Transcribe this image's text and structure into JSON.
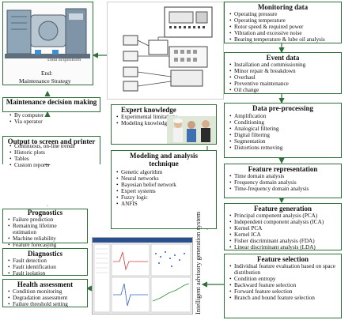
{
  "photo_captions": {
    "left_partial": "Data acquisition",
    "end": "End:",
    "strategy": "Maintenance Strategy"
  },
  "monitoring": {
    "title": "Monitoring data",
    "items": [
      "Operating  pressure",
      "Operating temperature",
      "Rotor speed & required power",
      "Vibration and excessive noise",
      "Bearing temperature & lube oil analysis"
    ]
  },
  "event": {
    "title": "Event data",
    "items": [
      "Installation and commissioning",
      "Minor repair & breakdown",
      "Overhaul",
      "Preventive maintenance",
      "Oil change"
    ]
  },
  "preprocessing": {
    "title": "Data pre-processing",
    "items": [
      "Amplification",
      "Conditioning",
      "Analogical filtering",
      "Digital filtering",
      "Segmentation",
      "Distortions removing"
    ]
  },
  "representation": {
    "title": "Feature representation",
    "items": [
      "Time domain analysis",
      "Frequency domain analysis",
      "Time-frequency domain analysis"
    ]
  },
  "generation": {
    "title": "Feature generation",
    "items": [
      "Principal component analysis (PCA)",
      "Independent component analysis (ICA)",
      "Kernel PCA",
      "Kernel ICA",
      "Fisher discriminant analysis (FDA)",
      "Linear discriminant analysis (LDA)"
    ]
  },
  "selection": {
    "title": "Feature selection",
    "items": [
      "Individual feature evaluation based on space distribution",
      "Condition entropy",
      "Backward feature selection",
      "Forward feature selection",
      "Branch and bound feature selection"
    ]
  },
  "expert": {
    "title": "Expert knowledge",
    "items": [
      "Experimental limitations",
      "Modeling knowledge"
    ]
  },
  "modeling": {
    "title": "Modeling and analysis technique",
    "items": [
      "Genetic algorithm",
      "Neural networks",
      "Bayesian belief network",
      "Expert systems",
      "Fuzzy logic",
      "ANFIS"
    ]
  },
  "advisory_label": "Intelligent advisory generation system",
  "decision": {
    "title": "Maintenance decision making",
    "items": [
      "By computer",
      "Via operator"
    ]
  },
  "output": {
    "title": "Output to screen and printer",
    "items": [
      "Continuous, on-line trends",
      "Historic plots",
      "Tables",
      "Custom reports"
    ]
  },
  "prognostics": {
    "title": "Prognostics",
    "items": [
      "Failure prediction",
      "Remaining lifetime estimation",
      "Machine reliability",
      "Feature forecasting"
    ]
  },
  "diagnostics": {
    "title": "Diagnostics",
    "items": [
      "Fault detection",
      "Fault identification",
      "Fault isolation"
    ]
  },
  "health": {
    "title": "Health assessment",
    "items": [
      "Condition monitoring",
      "Degradation assessment",
      "Failure threshold setting"
    ]
  },
  "colors": {
    "border": "#2f6f3a",
    "arrow": "#2f6f3a",
    "text": "#111111"
  }
}
